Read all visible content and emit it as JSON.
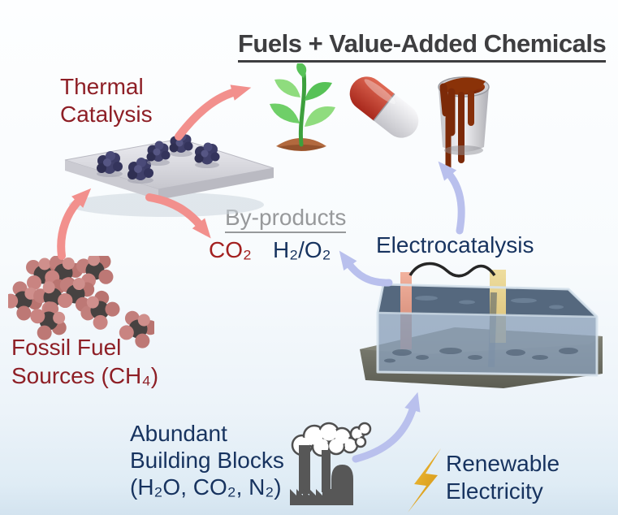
{
  "title": "Fuels + Value-Added Chemicals",
  "thermal": {
    "line1": "Thermal",
    "line2": "Catalysis"
  },
  "fossil": {
    "line1": "Fossil Fuel",
    "line2": "Sources (CH₄)"
  },
  "byproducts": {
    "heading": "By-products",
    "items": [
      "CO₂",
      "H₂/O₂"
    ]
  },
  "electro": {
    "label": "Electrocatalysis"
  },
  "building_blocks": {
    "line1": "Abundant",
    "line2": "Building Blocks",
    "line3": "(H₂O, CO₂, N₂)"
  },
  "renewable": {
    "line1": "Renewable",
    "line2": "Electricity"
  },
  "icons": {
    "plant": "seedling-icon",
    "pill": "capsule-pill-icon",
    "paint": "paint-can-icon",
    "catalyst": "catalyst-nanoparticles-icon",
    "cell": "electrolysis-cell-icon",
    "molecules": "methane-molecules-icon",
    "factory": "factory-emissions-icon",
    "lightning": "lightning-bolt-icon"
  },
  "colors": {
    "title_text": "#3e3e40",
    "thermal_text": "#8e1f26",
    "co2_text": "#a32020",
    "navy_text": "#17335f",
    "byproducts_text": "#97999b",
    "thermal_arrow": "#f2908d",
    "electro_arrow": "#b9c0ed",
    "lightning": "#e8a61f",
    "cluster": "#40406a",
    "cell_liquid": "#8aa0ba",
    "background_bottom": "#d3e3ef"
  }
}
